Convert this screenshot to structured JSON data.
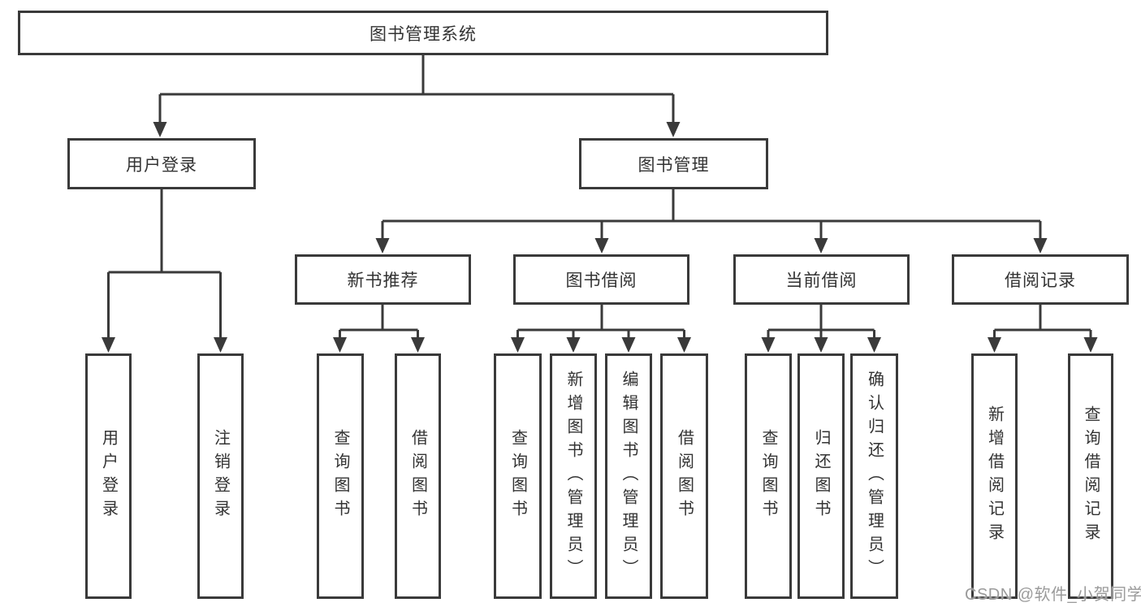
{
  "diagram": {
    "root": {
      "label": "图书管理系统"
    },
    "level1": {
      "user_login": {
        "label": "用户登录"
      },
      "book_mgmt": {
        "label": "图书管理"
      }
    },
    "level2": {
      "new_book_rec": {
        "label": "新书推荐"
      },
      "book_borrow": {
        "label": "图书借阅"
      },
      "current_borrow": {
        "label": "当前借阅"
      },
      "borrow_record": {
        "label": "借阅记录"
      }
    },
    "leaves": {
      "user_login_leaf": {
        "label": "用户登录"
      },
      "logout_leaf": {
        "label": "注销登录"
      },
      "query_book_1": {
        "label": "查询图书"
      },
      "borrow_book_1": {
        "label": "借阅图书"
      },
      "query_book_2": {
        "label": "查询图书"
      },
      "add_book_admin": {
        "label": "新增图书（管理员）"
      },
      "edit_book_admin": {
        "label": "编辑图书（管理员）"
      },
      "borrow_book_2": {
        "label": "借阅图书"
      },
      "query_book_3": {
        "label": "查询图书"
      },
      "return_book": {
        "label": "归还图书"
      },
      "confirm_return_admin": {
        "label": "确认归还（管理员）"
      },
      "add_borrow_record": {
        "label": "新增借阅记录"
      },
      "query_borrow_record": {
        "label": "查询借阅记录"
      }
    }
  },
  "watermark": {
    "text": "CSDN @软件_小贺同学"
  },
  "colors": {
    "line": "#3a3a3a",
    "text": "#333333",
    "box_background": "#ffffff",
    "watermark": "#9b9b9b",
    "page_background": "#ffffff"
  }
}
